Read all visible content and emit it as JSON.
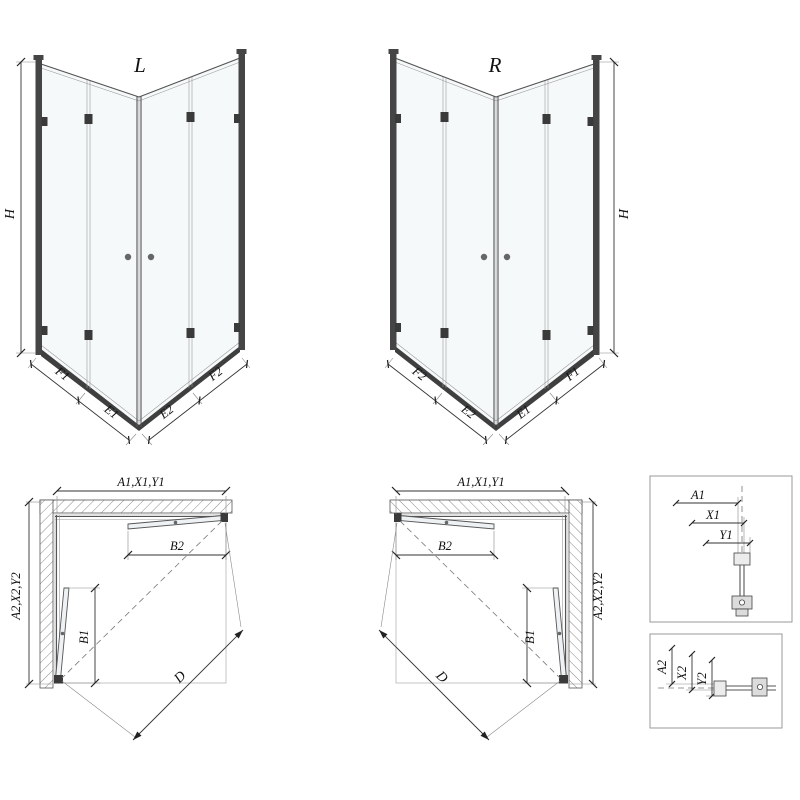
{
  "iso_left": {
    "label": "L",
    "h": "H",
    "f1": "F1",
    "e1": "E1",
    "e2": "E2",
    "f2": "F2"
  },
  "iso_right": {
    "label": "R",
    "h": "H",
    "f1": "F1",
    "e1": "E1",
    "e2": "E2",
    "f2": "F2"
  },
  "plan_left": {
    "a1": "A1,X1,Y1",
    "a2": "A2,X2,Y2",
    "b1": "B1",
    "b2": "B2",
    "d": "D"
  },
  "plan_right": {
    "a1": "A1,X1,Y1",
    "a2": "A2,X2,Y2",
    "b1": "B1",
    "b2": "B2",
    "d": "D"
  },
  "detail_top": {
    "a1": "A1",
    "x1": "X1",
    "y1": "Y1"
  },
  "detail_bottom": {
    "a2": "A2",
    "x2": "X2",
    "y2": "Y2"
  }
}
